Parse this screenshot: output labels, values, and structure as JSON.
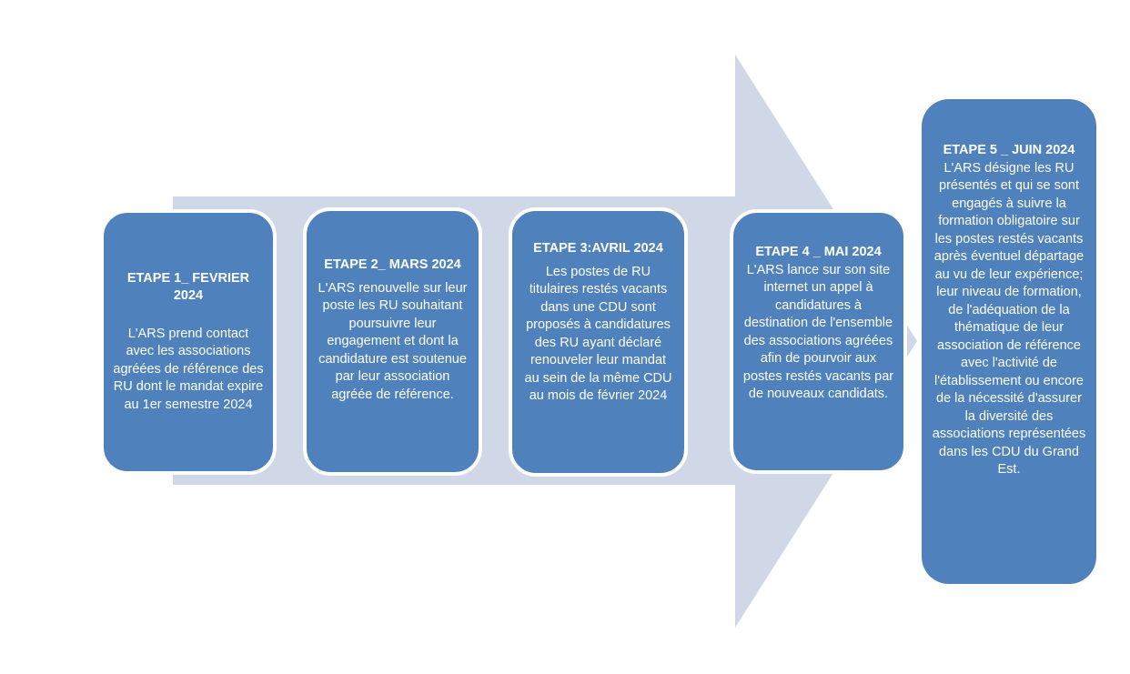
{
  "colors": {
    "arrow": "#d0d8e8",
    "box_fill": "#4f81bd",
    "box_border": "#ffffff",
    "text": "#ffffff"
  },
  "steps": [
    {
      "title": "ETAPE 1_ FEVRIER 2024",
      "body": "L'ARS prend contact avec les associations agréées de référence des RU dont le mandat expire au 1er semestre 2024"
    },
    {
      "title": "ETAPE 2_ MARS 2024",
      "body": "L'ARS renouvelle sur leur poste les RU souhaitant poursuivre leur engagement et dont la candidature est soutenue par leur association agréée de référence."
    },
    {
      "title": "ETAPE 3:AVRIL 2024",
      "body": "Les postes de RU titulaires restés vacants dans une CDU sont proposés à candidatures des RU ayant déclaré renouveler leur mandat au sein de la même  CDU au mois de février 2024"
    },
    {
      "title": "ETAPE 4 _ MAI 2024",
      "body": "L'ARS lance sur son site internet un appel à candidatures à destination de l'ensemble des associations agréées afin de pourvoir aux postes restés vacants par de nouveaux candidats."
    },
    {
      "title": "ETAPE 5 _ JUIN 2024",
      "body": "L'ARS désigne les RU présentés et qui se sont engagés à suivre la formation obligatoire sur les postes restés vacants après éventuel départage au vu de leur expérience; leur niveau de formation, de l'adéquation de la thématique de leur association de référence avec l'activité de l'établissement  ou encore de la nécessité d'assurer la diversité des associations représentées dans les CDU du Grand Est."
    }
  ]
}
